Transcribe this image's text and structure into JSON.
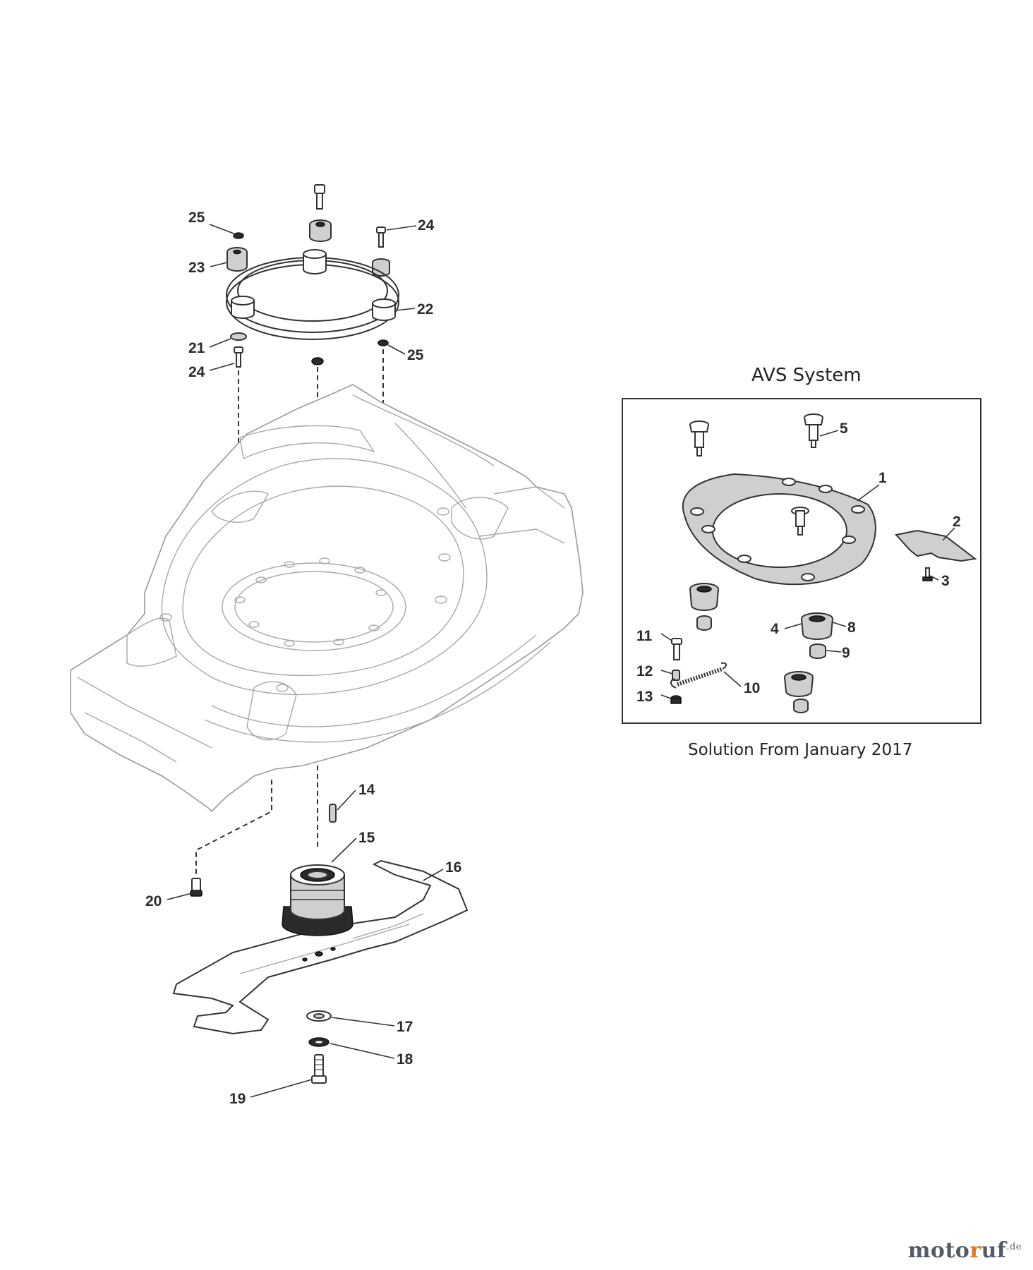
{
  "inset": {
    "title": "AVS System",
    "caption": "Solution From January 2017"
  },
  "callouts": {
    "c1": "1",
    "c2": "2",
    "c3": "3",
    "c4": "4",
    "c5": "5",
    "c8": "8",
    "c9": "9",
    "c10": "10",
    "c11": "11",
    "c12": "12",
    "c13": "13",
    "c14": "14",
    "c15": "15",
    "c16": "16",
    "c17": "17",
    "c18": "18",
    "c19": "19",
    "c20": "20",
    "c21": "21",
    "c22": "22",
    "c23": "23",
    "c24a": "24",
    "c24b": "24",
    "c25a": "25",
    "c25b": "25"
  },
  "watermark": {
    "part1": "moto",
    "accent": "r",
    "part2": "uf",
    "tld": ".de"
  }
}
